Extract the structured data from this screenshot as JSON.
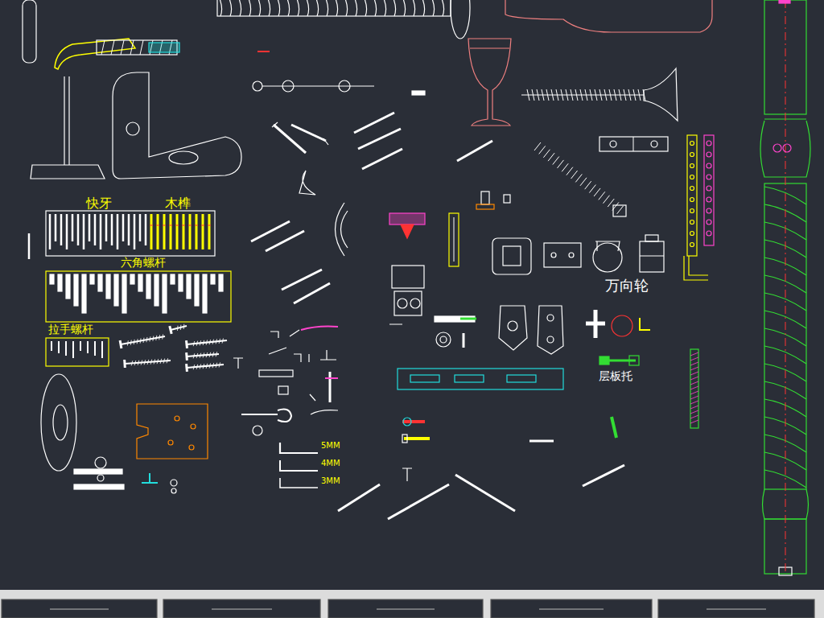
{
  "diagram": {
    "labels": [
      "快牙",
      "木榫",
      "六角螺杆",
      "拉手螺杆",
      "万向轮",
      "层板托",
      "5MM",
      "4MM",
      "3MM"
    ]
  }
}
